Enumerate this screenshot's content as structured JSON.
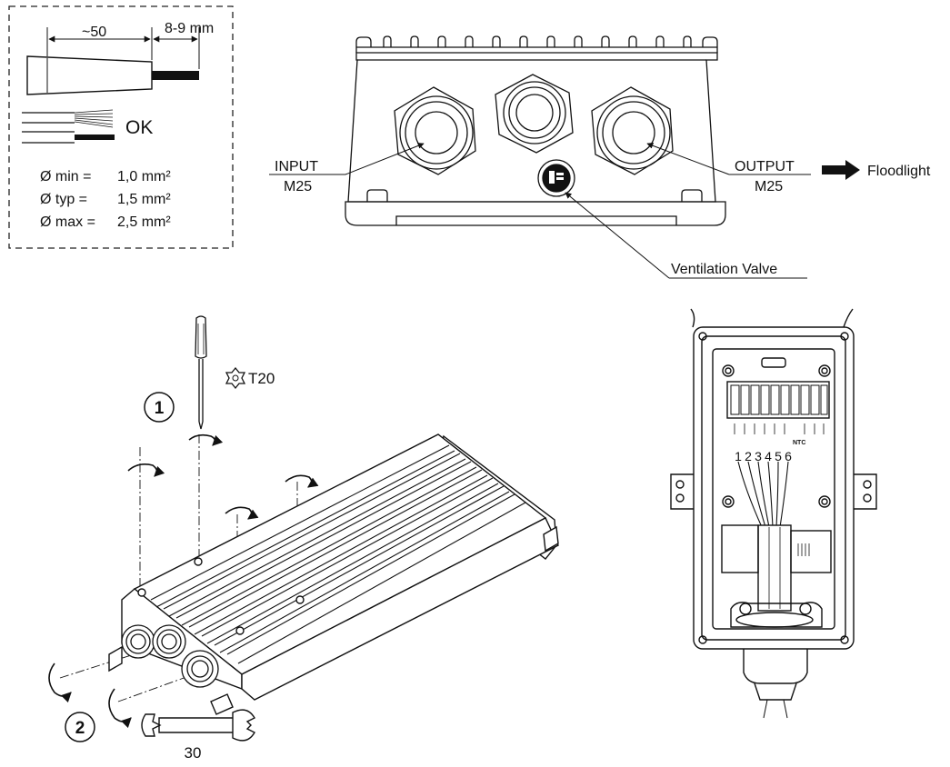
{
  "wire_spec": {
    "strip_length": "~50",
    "strip_tip": "8-9 mm",
    "ok_label": "OK",
    "min_label": "Ø min =",
    "min_value": "1,0 mm²",
    "typ_label": "Ø typ =",
    "typ_value": "1,5 mm²",
    "max_label": "Ø max =",
    "max_value": "2,5 mm²"
  },
  "enclosure_front": {
    "input_label": "INPUT",
    "input_size": "M25",
    "output_label": "OUTPUT",
    "output_size": "M25",
    "floodlight_label": "Floodlight",
    "valve_label": "Ventilation Valve"
  },
  "assembly": {
    "step1": "1",
    "step2": "2",
    "torx_label": "T20",
    "wrench_size": "30"
  },
  "terminal": {
    "pin_labels": [
      "1",
      "2",
      "3",
      "4",
      "5",
      "6"
    ],
    "ntc_label": "NTC"
  }
}
